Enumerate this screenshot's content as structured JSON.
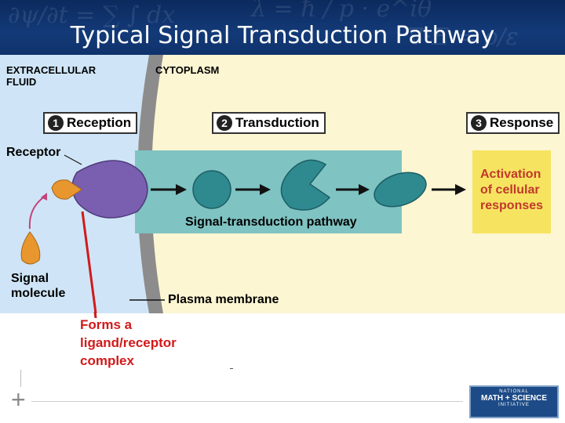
{
  "title": "Typical Signal Transduction Pathway",
  "regions": {
    "extracellular": "EXTRACELLULAR\nFLUID",
    "cytoplasm": "CYTOPLASM"
  },
  "steps": [
    {
      "number": "1",
      "label": "Reception"
    },
    {
      "number": "2",
      "label": "Transduction"
    },
    {
      "number": "3",
      "label": "Response"
    }
  ],
  "labels": {
    "receptor": "Receptor",
    "signal_molecule": "Signal\nmolecule",
    "pathway": "Signal-transduction pathway",
    "plasma_membrane": "Plasma membrane",
    "response": "Activation\nof cellular\nresponses"
  },
  "annotation": "Forms a\nligand/receptor\ncomplex",
  "logo": {
    "line1": "NATIONAL",
    "line2": "MATH + SCIENCE",
    "line3": "INITIATIVE"
  },
  "colors": {
    "banner": "#133a78",
    "extracellular": "#cfe5f7",
    "cytoplasm": "#fcf6d2",
    "membrane": "#8c8c8c",
    "pathway_box": "#7fc3c3",
    "response_box": "#f6e460",
    "receptor": "#7a5fb0",
    "signal_molecule": "#e8962e",
    "relay": "#2f8a90",
    "annotation": "#d11a1a"
  }
}
